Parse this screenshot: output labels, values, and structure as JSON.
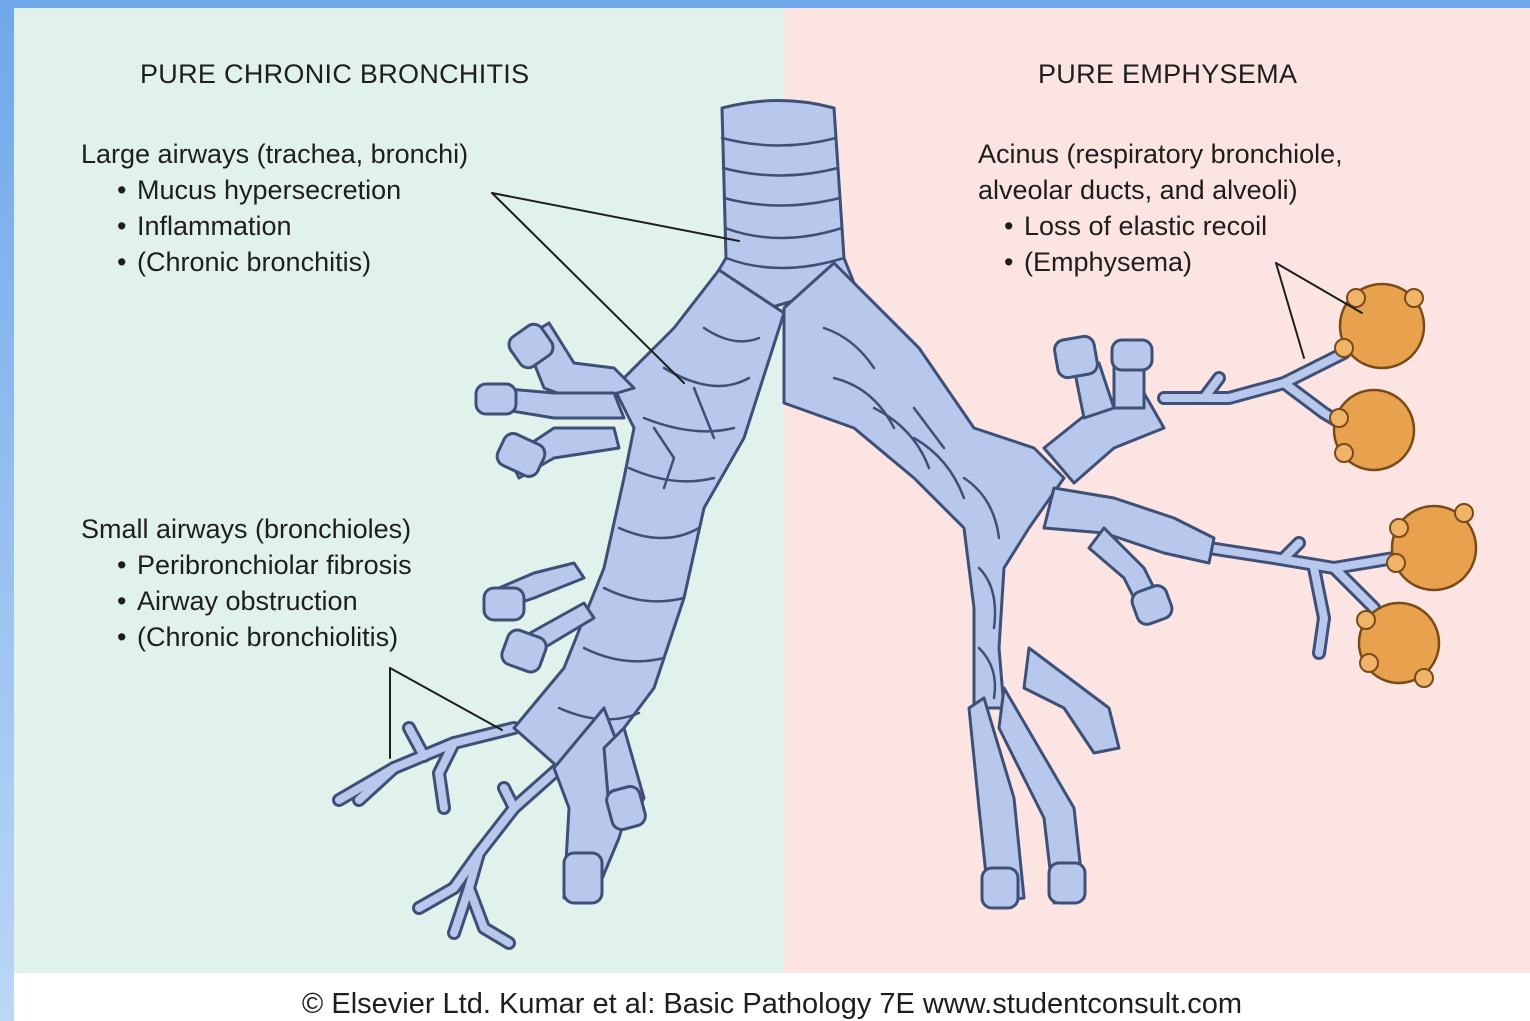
{
  "left_panel": {
    "heading": "PURE CHRONIC BRONCHITIS",
    "large": {
      "title": "Large airways (trachea, bronchi)",
      "items": [
        "Mucus hypersecretion",
        "Inflammation",
        "(Chronic bronchitis)"
      ]
    },
    "small": {
      "title": "Small airways (bronchioles)",
      "items": [
        "Peribronchiolar fibrosis",
        "Airway obstruction",
        "(Chronic bronchiolitis)"
      ]
    }
  },
  "right_panel": {
    "heading": "PURE EMPHYSEMA",
    "acinus": {
      "title_line1": "Acinus (respiratory bronchiole,",
      "title_line2": "alveolar ducts, and alveoli)",
      "items": [
        "Loss of elastic recoil",
        "(Emphysema)"
      ]
    }
  },
  "caption": "© Elsevier Ltd. Kumar et al: Basic Pathology 7E www.studentconsult.com",
  "colors": {
    "airway_fill": "#b8c8ec",
    "airway_stroke": "#3e4f78",
    "alveoli_fill": "#e8a24e",
    "left_bg": "#e1f1eb",
    "right_bg": "#fbe4e1"
  }
}
